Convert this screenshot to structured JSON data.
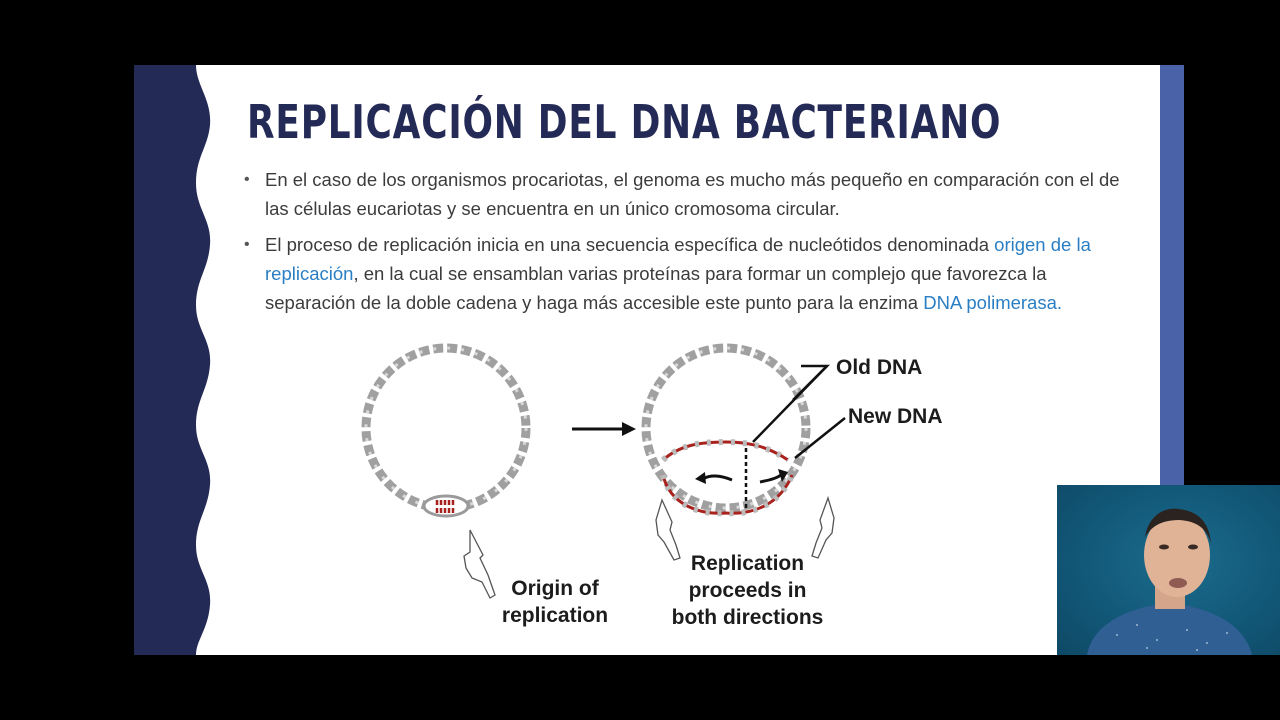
{
  "slide": {
    "title": "REPLICACIÓN DEL DNA BACTERIANO",
    "bullets": [
      {
        "text": "En el caso de los organismos procariotas, el genoma es mucho más pequeño en comparación con el de las células eucariotas y se encuentra en un único cromosoma circular."
      },
      {
        "part1": "El proceso de replicación inicia en una secuencia específica de nucleótidos denominada ",
        "link1": "origen de la replicación",
        "part2": ", en la cual se ensamblan varias proteínas para formar un complejo que favorezca la separación de la doble cadena y haga más accesible este punto para la enzima ",
        "link2": "DNA polimerasa."
      }
    ],
    "diagram": {
      "label_old_dna": "Old DNA",
      "label_new_dna": "New DNA",
      "label_origin_line1": "Origin of",
      "label_origin_line2": "replication",
      "label_proceeds_line1": "Replication",
      "label_proceeds_line2": "proceeds in",
      "label_proceeds_line3": "both directions"
    },
    "colors": {
      "title": "#242a56",
      "left_band": "#242a56",
      "right_band": "#4a63a8",
      "link": "#2a7ec4",
      "new_dna": "#a8221e",
      "old_dna": "#9a9a9a"
    }
  },
  "webcam": {
    "background": "#125878"
  }
}
